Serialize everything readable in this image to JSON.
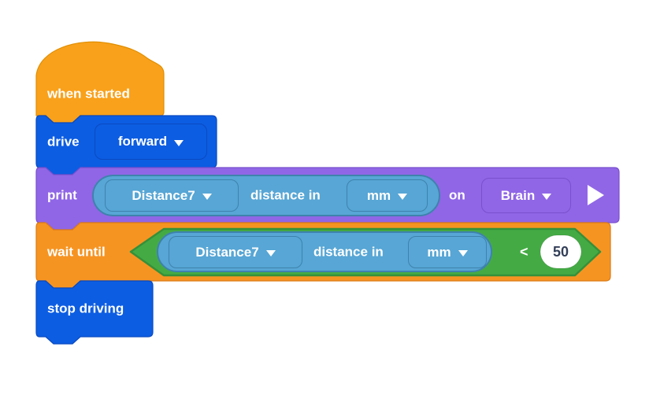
{
  "palette": {
    "events_fill": "#F9A11B",
    "events_stroke": "#E08E00",
    "drivetrain_fill": "#0C5DE2",
    "drivetrain_stroke": "#0A4AC2",
    "looks_fill": "#9066E6",
    "looks_stroke": "#7A50CE",
    "control_fill": "#F69422",
    "control_stroke": "#DD7B14",
    "sensing_fill": "#57A6D5",
    "sensing_stroke": "#3E82AD",
    "operators_fill": "#44AB44",
    "operators_stroke": "#35903A",
    "input_bg": "#FFFFFF",
    "input_text": "#333F58",
    "label_text": "#FFFFFF"
  },
  "blocks": {
    "when_started": {
      "label": "when started"
    },
    "drive": {
      "label": "drive",
      "direction": {
        "value": "forward"
      }
    },
    "print": {
      "label": "print",
      "on_label": "on",
      "device": {
        "value": "Brain"
      },
      "sensor_reporter": {
        "device": {
          "value": "Distance7"
        },
        "label": "distance in",
        "unit": {
          "value": "mm"
        }
      }
    },
    "wait_until": {
      "label": "wait until",
      "condition": {
        "operator": "<",
        "right_value": "50",
        "left": {
          "device": {
            "value": "Distance7"
          },
          "label": "distance in",
          "unit": {
            "value": "mm"
          }
        }
      }
    },
    "stop_driving": {
      "label": "stop driving"
    }
  }
}
